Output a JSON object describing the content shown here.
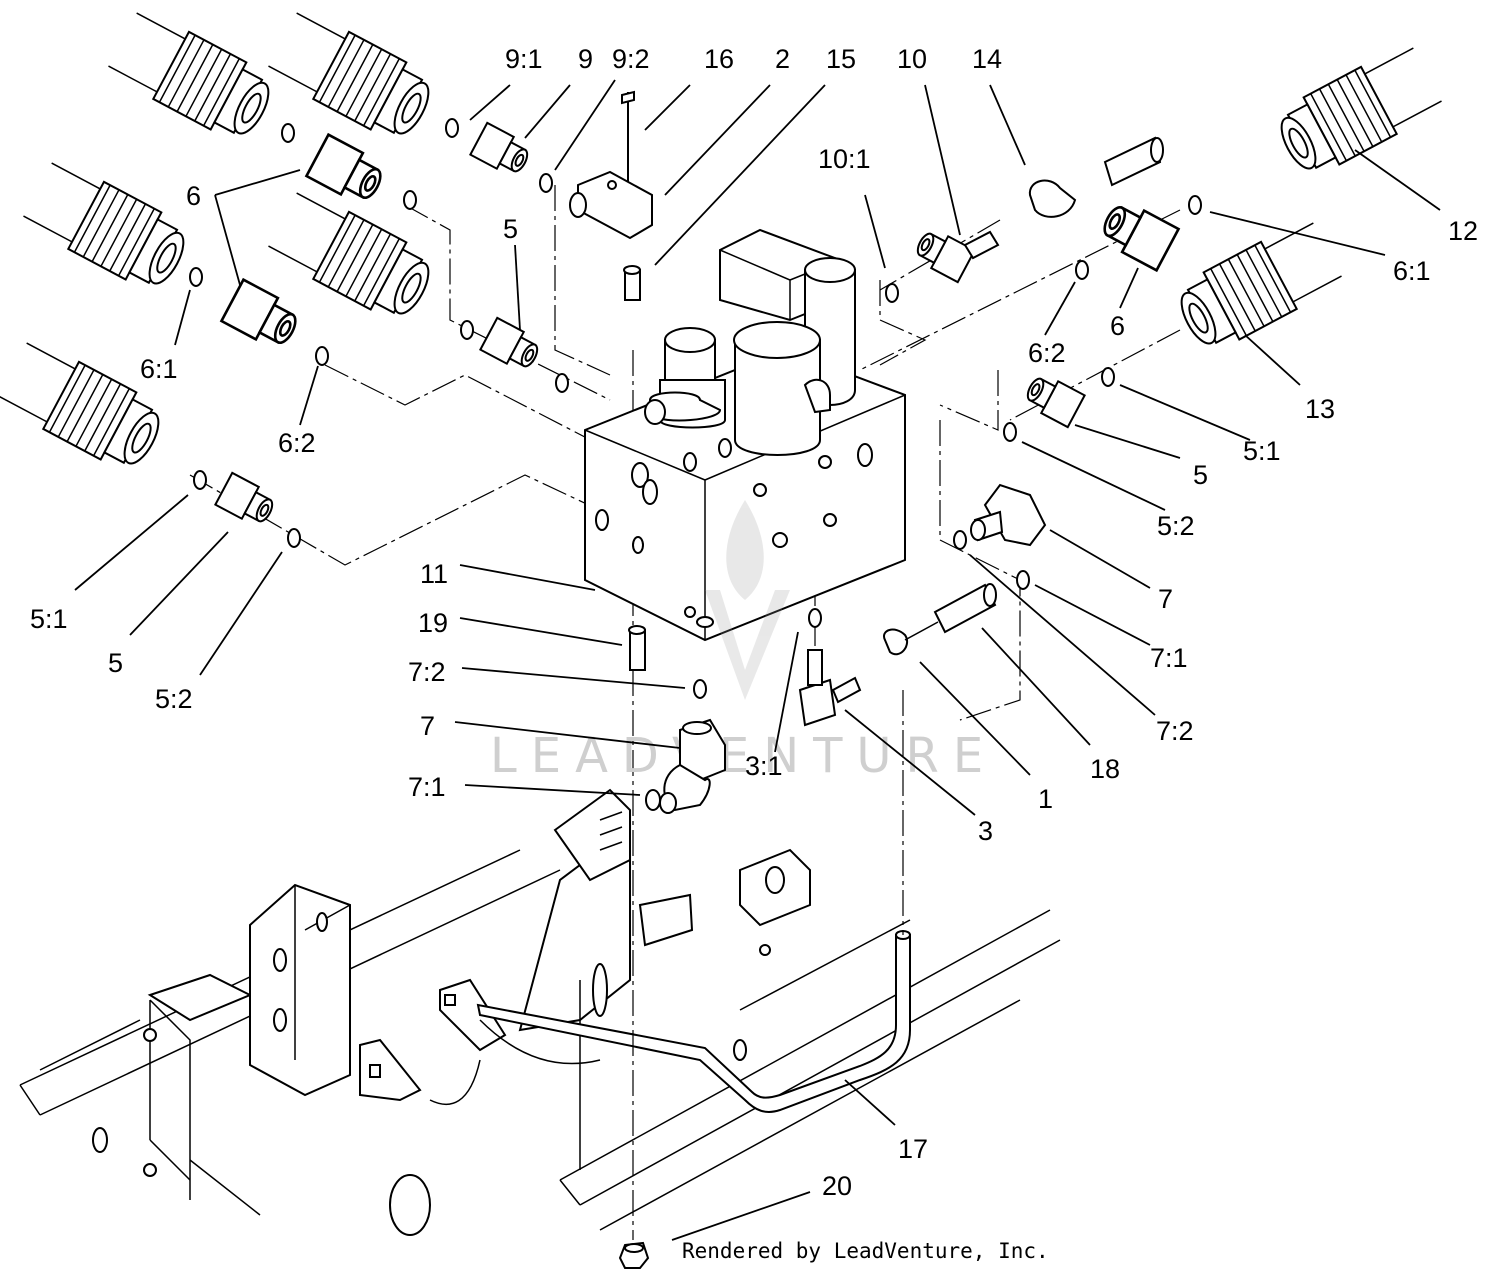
{
  "credit": "Rendered by LeadVenture, Inc.",
  "watermark": "LEADVENTURE",
  "colors": {
    "line": "#000000",
    "background": "#ffffff",
    "watermark": "#cfcfcf"
  },
  "callouts": [
    {
      "id": "c-9-1",
      "text": "9:1"
    },
    {
      "id": "c-9",
      "text": "9"
    },
    {
      "id": "c-9-2",
      "text": "9:2"
    },
    {
      "id": "c-16",
      "text": "16"
    },
    {
      "id": "c-2",
      "text": "2"
    },
    {
      "id": "c-15",
      "text": "15"
    },
    {
      "id": "c-10",
      "text": "10"
    },
    {
      "id": "c-14",
      "text": "14"
    },
    {
      "id": "c-10-1",
      "text": "10:1"
    },
    {
      "id": "c-12",
      "text": "12"
    },
    {
      "id": "c-6-1-right",
      "text": "6:1"
    },
    {
      "id": "c-6-left-top",
      "text": "6"
    },
    {
      "id": "c-5-mid",
      "text": "5"
    },
    {
      "id": "c-6-right",
      "text": "6"
    },
    {
      "id": "c-6-2-right",
      "text": "6:2"
    },
    {
      "id": "c-13",
      "text": "13"
    },
    {
      "id": "c-6-1-left",
      "text": "6:1"
    },
    {
      "id": "c-6-2-left",
      "text": "6:2"
    },
    {
      "id": "c-5-1-right",
      "text": "5:1"
    },
    {
      "id": "c-5-right",
      "text": "5"
    },
    {
      "id": "c-5-2-right",
      "text": "5:2"
    },
    {
      "id": "c-7-right",
      "text": "7"
    },
    {
      "id": "c-7-1-right",
      "text": "7:1"
    },
    {
      "id": "c-7-2-right",
      "text": "7:2"
    },
    {
      "id": "c-11",
      "text": "11"
    },
    {
      "id": "c-19",
      "text": "19"
    },
    {
      "id": "c-7-2-left",
      "text": "7:2"
    },
    {
      "id": "c-7-left",
      "text": "7"
    },
    {
      "id": "c-7-1-left",
      "text": "7:1"
    },
    {
      "id": "c-5-1-left",
      "text": "5:1"
    },
    {
      "id": "c-5-left",
      "text": "5"
    },
    {
      "id": "c-5-2-left",
      "text": "5:2"
    },
    {
      "id": "c-3-1",
      "text": "3:1"
    },
    {
      "id": "c-18",
      "text": "18"
    },
    {
      "id": "c-1",
      "text": "1"
    },
    {
      "id": "c-3",
      "text": "3"
    },
    {
      "id": "c-17",
      "text": "17"
    },
    {
      "id": "c-20",
      "text": "20"
    }
  ]
}
